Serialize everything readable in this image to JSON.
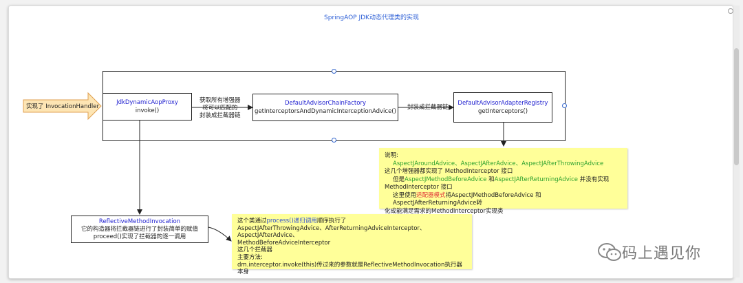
{
  "title": "SpringAOP JDK动态代理类的实现",
  "entry_arrow": {
    "label": "实现了 InvocationHandler"
  },
  "boxes": {
    "proxy": {
      "name": "JdkDynamicAopProxy",
      "method": "invoke()"
    },
    "chain_factory": {
      "name": "DefaultAdvisorChainFactory",
      "method": "getInterceptorsAndDynamicInterceptionAdvice()"
    },
    "adapter_registry": {
      "name": "DefaultAdvisorAdapterRegistry",
      "method": "getInterceptors()"
    },
    "invocation": {
      "name": "ReflectiveMethodInvocation",
      "line1": "它的构造器将拦截器链进行了封装简单的赋值",
      "line2": "proceed()实现了拦截器的逐一调用"
    }
  },
  "edges": {
    "proxy_to_factory": [
      "获取所有增强器",
      "将可以匹配的",
      "封装成拦截器链"
    ],
    "factory_to_registry": "封装成拦截器链"
  },
  "note_right": {
    "l1": "说明:",
    "l2": "AspectJAroundAdvice、AspectJAfterAdvice、AspectJAfterThrowingAdvice",
    "l3": "这几个增强器都实现了 MethodInterceptor 接口",
    "l4a": "但是",
    "l4b": "AspectJMethodBeforeAdvice",
    "l4c": " 和",
    "l4d": "AspectJAfterReturningAdvice",
    "l4e": " 并没有实现",
    "l5": "MethodInterceptor 接口",
    "l6a": "这里使用",
    "l6b": "适配器模式",
    "l6c": "将AspectJMethodBeforeAdvice 和AspectJAfterReturningAdvice转",
    "l7": "化成能满足需求的MethodInterceptor实现类"
  },
  "note_bottom": {
    "l1a": "这个类通过",
    "l1b": "process()递归调用",
    "l1c": "顺序执行了",
    "l2": "AspectJAfterThrowingAdvice、AfterReturningAdviceInterceptor、",
    "l3": "AspectJAfterAdvice、",
    "l4": "MethodBeforeAdviceInterceptor",
    "l5": "这几个拦截器",
    "l6": "主要方法:",
    "l7": "dm.interceptor.invoke(this)传过来的参数就是ReflectiveMethodInvocation执行器本身"
  },
  "watermark": "码上遇见你",
  "colors": {
    "title": "#2d5fd6",
    "class_name": "#2020d0",
    "note_bg": "#ffff99",
    "green": "#2fa22f",
    "red": "#e23a3a",
    "arrow_fill": "#fde5b4",
    "arrow_stroke": "#e0a050"
  }
}
